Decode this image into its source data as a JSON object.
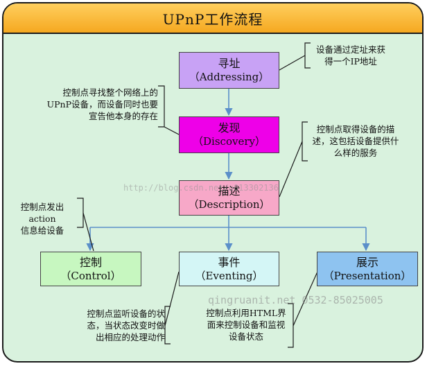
{
  "title": "UPnP工作流程",
  "steps": {
    "addressing": {
      "main": "寻址",
      "sub": "（Addressing）",
      "color": "#c8a2f5"
    },
    "discovery": {
      "main": "发现",
      "sub": "（Discovery）",
      "color": "#ee00e8"
    },
    "description": {
      "main": "描述",
      "sub": "（Description）",
      "color": "#f7a8c8"
    },
    "control": {
      "main": "控制",
      "sub": "（Control）",
      "color": "#c7f7c0"
    },
    "eventing": {
      "main": "事件",
      "sub": "（Eventing）",
      "color": "#d4f6f6"
    },
    "presentation": {
      "main": "展示",
      "sub": "（Presentation）",
      "color": "#8ec3f0"
    }
  },
  "notes": {
    "addressing": [
      "设备通过定址来获",
      "得一个IP地址"
    ],
    "discovery": [
      "控制点寻找整个网络上的",
      "UPnP设备，而设备同时也要",
      "宣告他本身的存在"
    ],
    "description": [
      "控制点取得设备的描",
      "述，这包括设备提供什",
      "么样的服务"
    ],
    "control": [
      "控制点发出action",
      "信息给设备"
    ],
    "eventing": [
      "控制点监听设备的状",
      "态，当状态改变时做",
      "出相应的处理动作"
    ],
    "presentation": [
      "控制点利用HTML界",
      "面来控制设备和监视",
      "设备状态"
    ]
  },
  "watermarks": {
    "center": "http://blog.csdn.net/u013302136",
    "bottom": "qingruanit.net 0532-85025005"
  },
  "colors": {
    "arrow": "#5b8fc9",
    "bracket": "#1a1a1a",
    "background": "#d9f2de",
    "title_bar": "#f5a820"
  }
}
